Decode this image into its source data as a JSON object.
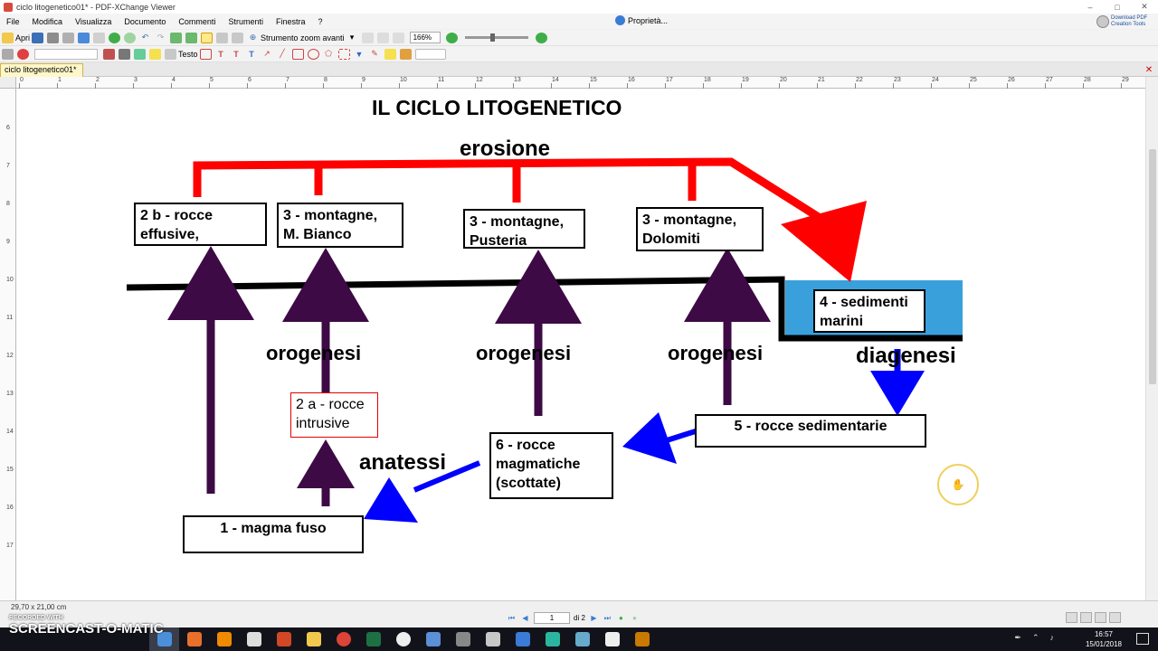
{
  "window": {
    "title": "ciclo litogenetico01* - PDF-XChange Viewer",
    "controls": [
      "–",
      "□",
      "✕"
    ]
  },
  "menu": {
    "items": [
      "File",
      "Modifica",
      "Visualizza",
      "Documento",
      "Commenti",
      "Strumenti",
      "Finestra",
      "?"
    ],
    "properties": "Proprietà...",
    "download_line1": "Download PDF",
    "download_line2": "Creation Tools"
  },
  "toolbar1": {
    "open_label": "Apri",
    "zoom_tool_label": "Strumento zoom avanti",
    "zoom_value": "166%"
  },
  "toolbar2": {
    "text_label": "Testo"
  },
  "tab": {
    "label": "ciclo litogenetico01*",
    "close": "✕"
  },
  "ruler": {
    "h_ticks": [
      "0",
      "1",
      "2",
      "3",
      "4",
      "5",
      "6",
      "7",
      "8",
      "9",
      "10",
      "11",
      "12",
      "13",
      "14",
      "15",
      "16",
      "17",
      "18",
      "19",
      "20",
      "21",
      "22",
      "23",
      "24",
      "25",
      "26",
      "27",
      "28",
      "29"
    ],
    "v_ticks": [
      "6",
      "7",
      "8",
      "9",
      "10",
      "11",
      "12",
      "13",
      "14",
      "15",
      "16",
      "17"
    ]
  },
  "diagram": {
    "title": "IL CICLO LITOGENETICO",
    "erosione": "erosione",
    "orogenesi": "orogenesi",
    "diagenesi": "diagenesi",
    "anatessi": "anatessi",
    "box_2b_line1": "2 b - rocce",
    "box_2b_line2": "effusive,",
    "box_3a_line1": "3 -  montagne,",
    "box_3a_line2": "M. Bianco",
    "box_3b_line1": "3 -  montagne,",
    "box_3b_line2": "Pusteria",
    "box_3c_line1": "3 -  montagne,",
    "box_3c_line2": "Dolomiti",
    "box_4_line1": "4 - sedimenti",
    "box_4_line2": "marini",
    "box_2a_line1": "2 a - rocce",
    "box_2a_line2": "intrusive",
    "box_5": "5 - rocce sedimentarie",
    "box_6_line1": "6 - rocce",
    "box_6_line2": "magmatiche",
    "box_6_line3": "(scottate)",
    "box_1": "1 - magma fuso",
    "colors": {
      "erosion_red": "#ff0000",
      "uplift_purple": "#3d0a45",
      "flow_blue": "#0000ff",
      "sea_blue": "#3aa0dc"
    }
  },
  "status": {
    "dimensions": "29,70 x 21,00 cm",
    "page_current": "1",
    "page_total": "di 2"
  },
  "watermark": {
    "line1": "RECORDED WITH",
    "line2": "SCREENCAST-O-MATIC"
  },
  "taskbar": {
    "time": "16:57",
    "date": "15/01/2018"
  }
}
